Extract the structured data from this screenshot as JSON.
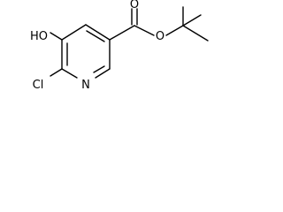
{
  "molecule": {
    "atoms": {
      "ester_carbonyl_o": "O",
      "ester_ether_o": "O",
      "hydroxyl": "HO",
      "ring_n": "N",
      "chloro": "Cl"
    }
  }
}
